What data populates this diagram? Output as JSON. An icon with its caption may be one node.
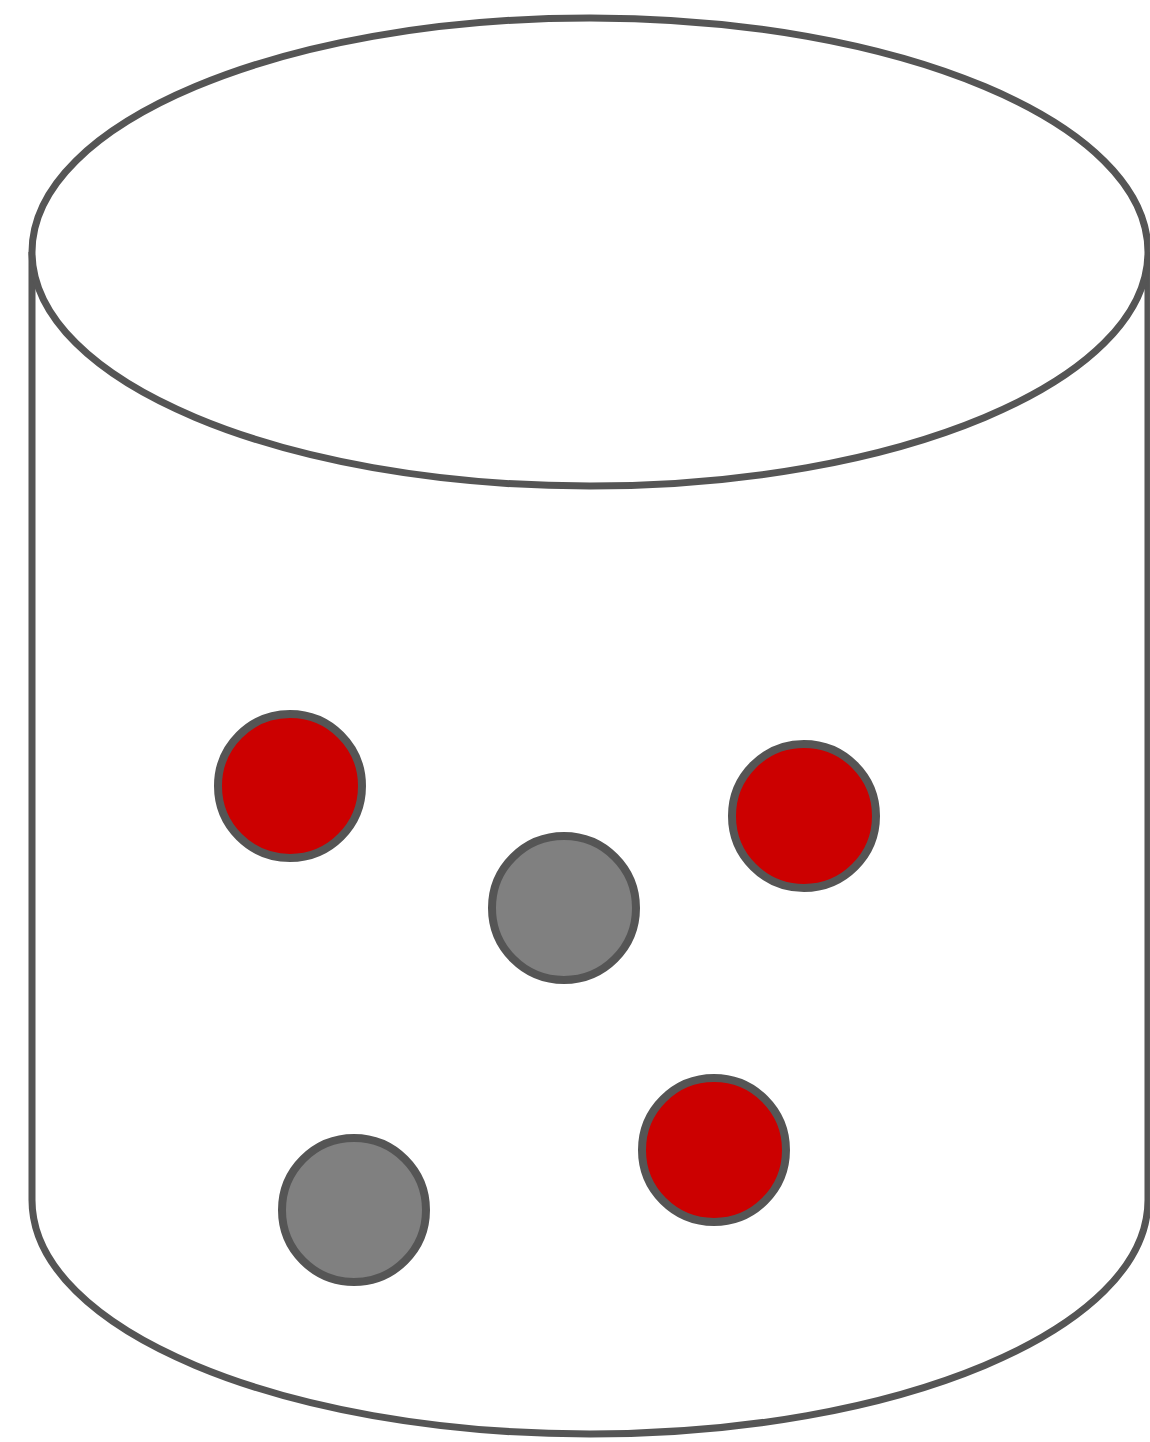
{
  "diagram": {
    "nodes": [
      {
        "text": [],
        "shape": "cylinder"
      },
      {
        "text": [],
        "shape": "circle",
        "in": 0
      },
      {
        "text": [],
        "shape": "circle",
        "in": 0
      },
      {
        "text": [],
        "shape": "circle",
        "in": 0
      },
      {
        "text": [],
        "shape": "circle",
        "in": 0
      },
      {
        "text": [],
        "shape": "circle",
        "in": 0
      }
    ]
  }
}
